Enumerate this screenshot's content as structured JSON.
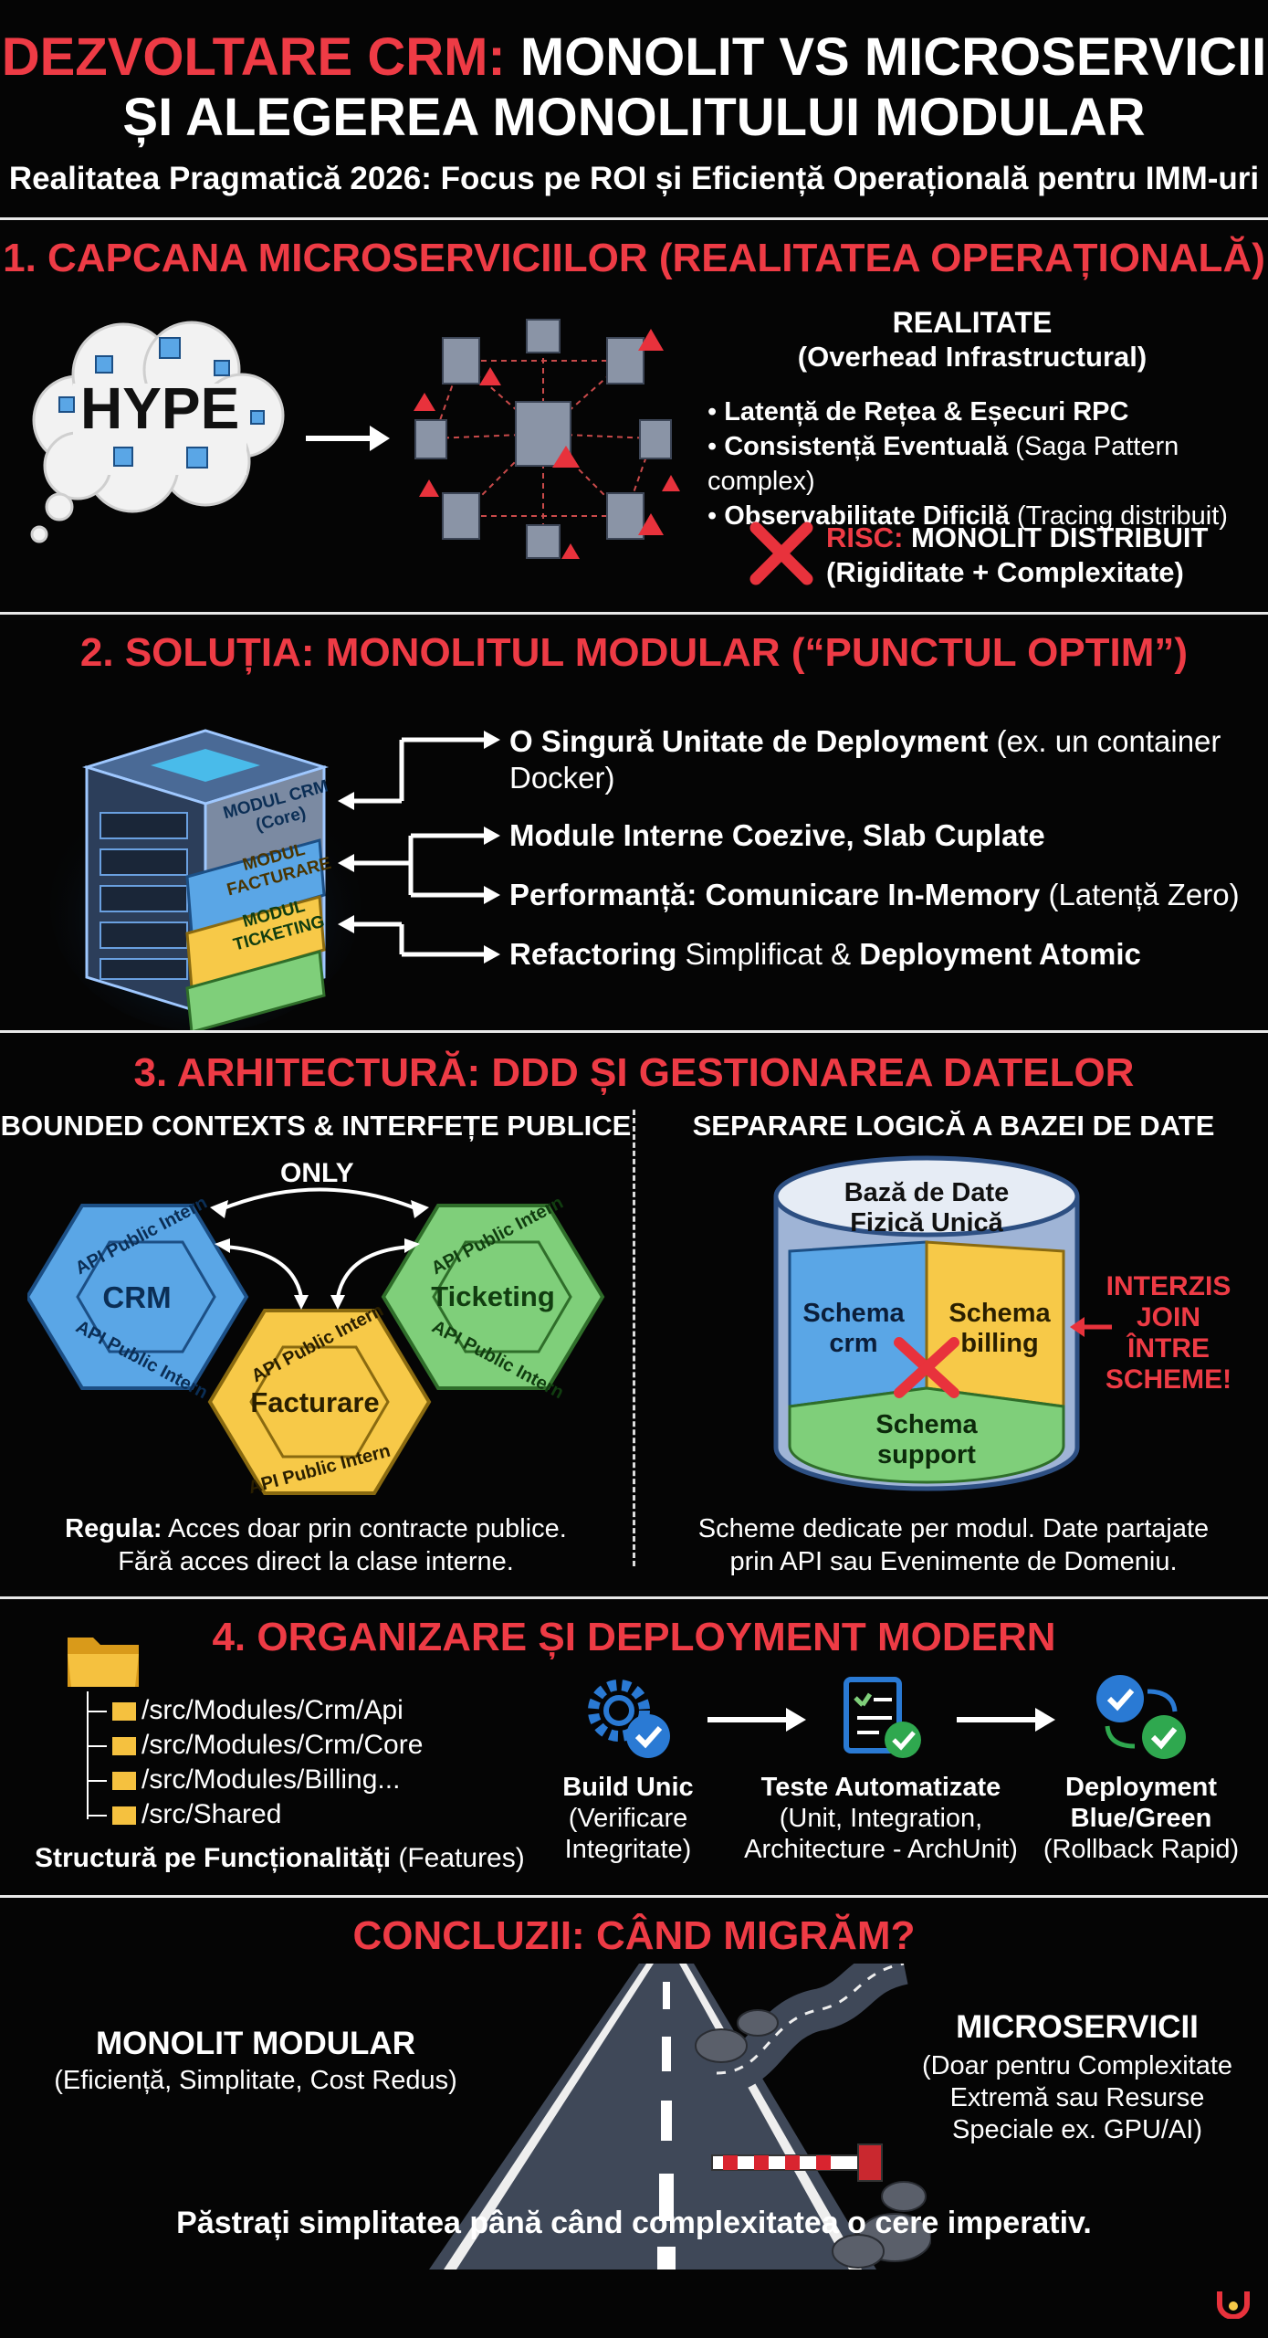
{
  "header": {
    "title_red": "DEZVOLTARE CRM:",
    "title_white1": "MONOLIT VS MICROSERVICII",
    "title_line2": "ȘI ALEGEREA MONOLITULUI MODULAR",
    "subtitle": "Realitatea Pragmatică 2026: Focus pe ROI și Eficiență Operațională pentru IMM-uri"
  },
  "s1": {
    "title": "1. CAPCANA MICROSERVICIILOR (REALITATEA OPERAȚIONALĂ)",
    "hype": "HYPE",
    "reality_title": "REALITATE",
    "reality_sub": "(Overhead Infrastructural)",
    "b1_bold": "Latență de Rețea & Eșecuri RPC",
    "b2_bold": "Consistență Eventuală",
    "b2_rest": " (Saga Pattern complex)",
    "b3_bold": "Observabilitate Dificilă",
    "b3_rest": " (Tracing distribuit)",
    "risk_red": "RISC:",
    "risk_rest": " MONOLIT DISTRIBUIT",
    "risk_line2": "(Rigiditate + Complexitate)"
  },
  "s2": {
    "title": "2. SOLUȚIA: MONOLITUL MODULAR (“PUNCTUL OPTIM”)",
    "mod_crm": "MODUL CRM",
    "mod_crm_sub": "(Core)",
    "mod_fact1": "MODUL",
    "mod_fact2": "FACTURARE",
    "mod_tick1": "MODUL",
    "mod_tick2": "TICKETING",
    "f1_bold": "O Singură Unitate de Deployment",
    "f1_rest": " (ex. un container",
    "f1_line2": "Docker)",
    "f2_bold": "Module Interne Coezive, Slab Cuplate",
    "f3_bold": "Performanță: Comunicare In-Memory",
    "f3_rest": " (Latență Zero)",
    "f4_bold1": "Refactoring",
    "f4_mid": " Simplificat & ",
    "f4_bold2": "Deployment Atomic"
  },
  "s3": {
    "title": "3. ARHITECTURĂ: DDD ȘI GESTIONAREA DATELOR",
    "left_heading": "BOUNDED CONTEXTS & INTERFEȚE PUBLICE",
    "right_heading": "SEPARARE LOGICĂ A BAZEI DE DATE",
    "only": "ONLY",
    "api": "API Public Intern",
    "crm": "CRM",
    "ticketing": "Ticketing",
    "facturare": "Facturare",
    "rule_bold": "Regula:",
    "rule_rest": " Acces doar prin contracte publice.",
    "rule_line2": "Fără acces direct la clase interne.",
    "db_title1": "Bază de Date",
    "db_title2": "Fizică Unică",
    "schema_crm1": "Schema",
    "schema_crm2": "crm",
    "schema_billing1": "Schema",
    "schema_billing2": "billing",
    "schema_support1": "Schema",
    "schema_support2": "support",
    "forbid1": "INTERZIS",
    "forbid2": "JOIN",
    "forbid3": "ÎNTRE",
    "forbid4": "SCHEME!",
    "db_note1": "Scheme dedicate per modul. Date partajate",
    "db_note2": "prin API sau Evenimente de Domeniu."
  },
  "s4": {
    "title": "4. ORGANIZARE ȘI DEPLOYMENT MODERN",
    "tree": [
      "/src/Modules/Crm/Api",
      "/src/Modules/Crm/Core",
      "/src/Modules/Billing...",
      "/src/Shared"
    ],
    "struct_bold": "Structură pe Funcționalități",
    "struct_rest": " (Features)",
    "step1_title": "Build Unic",
    "step1_l1": "(Verificare",
    "step1_l2": "Integritate)",
    "step2_title": "Teste Automatizate",
    "step2_l1": "(Unit, Integration,",
    "step2_l2": "Architecture - ArchUnit)",
    "step3_t1": "Deployment",
    "step3_t2": "Blue/Green",
    "step3_l1": "(Rollback Rapid)"
  },
  "concl": {
    "title": "CONCLUZII: CÂND MIGRĂM?",
    "left_title": "MONOLIT MODULAR",
    "left_sub": "(Eficiență, Simplitate, Cost Redus)",
    "right_title": "MICROSERVICII",
    "right_l1": "(Doar pentru Complexitate",
    "right_l2": "Extremă sau Resurse",
    "right_l3": "Speciale ex. GPU/AI)",
    "footer": "Păstrați simplitatea până când complexitatea o cere imperativ."
  },
  "colors": {
    "accent_red": "#ee3b45",
    "blue": "#5aa6e6",
    "yellow": "#f7c948",
    "green": "#7fcf7a"
  }
}
